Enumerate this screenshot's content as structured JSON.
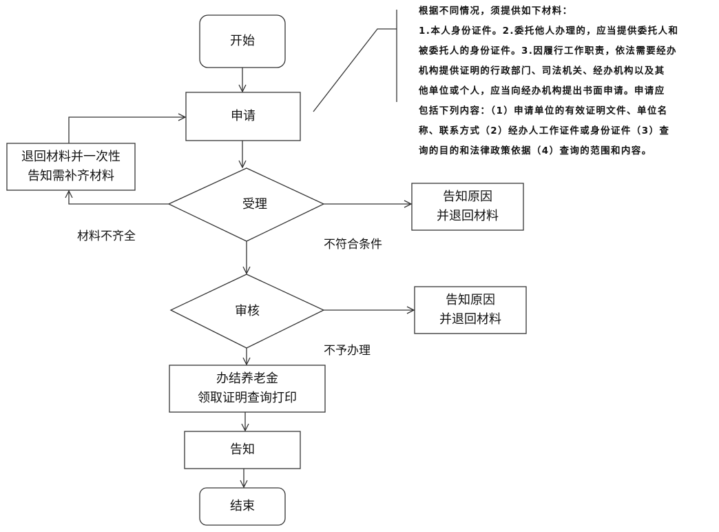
{
  "nodes": {
    "start": "开始",
    "apply": "申请",
    "return_materials": [
      "退回材料并一次性",
      "告知需补齐材料"
    ],
    "accept": "受理",
    "reject_accept": [
      "告知原因",
      "并退回材料"
    ],
    "review": "审核",
    "reject_review": [
      "告知原因",
      "并退回材料"
    ],
    "complete": [
      "办结养老金",
      "领取证明查询打印"
    ],
    "notify": "告知",
    "end": "结束"
  },
  "edge_labels": {
    "incomplete": "材料不齐全",
    "not_eligible": "不符合条件",
    "not_approved": "不予办理"
  },
  "note": {
    "lines": [
      "根据不同情况，须提供如下材料：",
      "1.本人身份证件。2.委托他人办理的，应当提供委托人和",
      "被委托人的身份证件。3.因履行工作职责，依法需要经办",
      "机构提供证明的行政部门、司法机关、经办机构以及其",
      "他单位或个人，应当向经办机构提出书面申请。申请应",
      "包括下列内容：（1）申请单位的有效证明文件、单位名",
      "称、联系方式（2）经办人工作证件或身份证件（3）查",
      "询的目的和法律政策依据（4）查询的范围和内容。"
    ]
  }
}
